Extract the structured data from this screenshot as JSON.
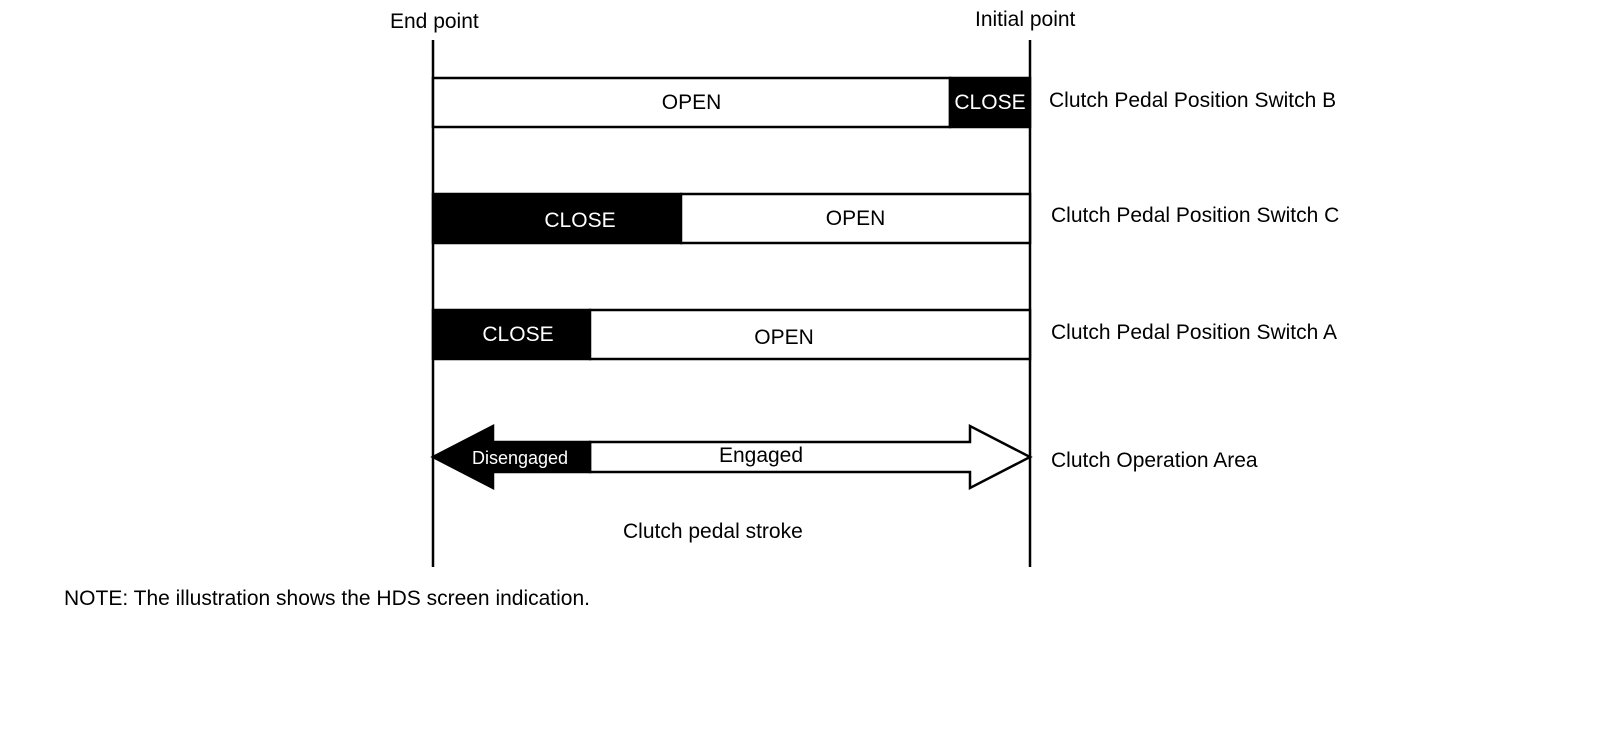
{
  "header": {
    "end_point": "End point",
    "initial_point": "Initial point"
  },
  "rows": {
    "switch_b": {
      "name": "Clutch Pedal Position Switch B",
      "open": "OPEN",
      "close": "CLOSE"
    },
    "switch_c": {
      "name": "Clutch Pedal Position Switch C",
      "open": "OPEN",
      "close": "CLOSE"
    },
    "switch_a": {
      "name": "Clutch Pedal Position Switch A",
      "open": "OPEN",
      "close": "CLOSE"
    }
  },
  "operation": {
    "name": "Clutch Operation Area",
    "disengaged": "Disengaged",
    "engaged": "Engaged",
    "stroke": "Clutch pedal stroke"
  },
  "note": "NOTE: The illustration shows the HDS screen indication.",
  "colors": {
    "ink": "#000000",
    "paper": "#ffffff"
  }
}
